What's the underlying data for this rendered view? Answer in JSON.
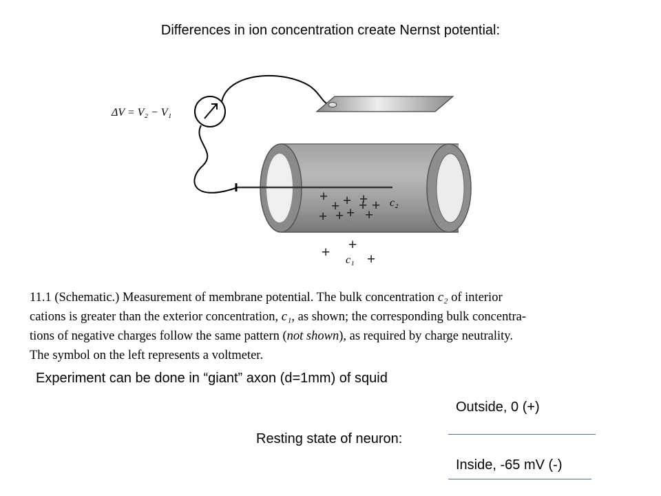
{
  "title": "Differences in ion concentration create Nernst potential:",
  "diagram": {
    "voltmeter_label": "ΔV = V₂ − V₁",
    "interior_label": "c₂",
    "exterior_label": "c₁",
    "charge_symbol": "+"
  },
  "caption": {
    "line1_a": "11.1 (Schematic.)  Measurement of membrane potential.  The bulk concentration ",
    "line1_sym": "c₂",
    "line1_b": " of interior",
    "line2_a": "cations is greater than the exterior concentration, ",
    "line2_sym": "c₁",
    "line2_b": ", as shown; the corresponding bulk concentra-",
    "line3_a": "tions of negative charges follow the same pattern (",
    "line3_em": "not shown",
    "line3_b": "), as required by charge neutrality.",
    "line4": "The symbol on the left represents a voltmeter."
  },
  "experiment_text": "Experiment can be done in “giant” axon (d=1mm) of squid",
  "resting": {
    "label": "Resting state of neuron:",
    "outside": "Outside, 0 (+)",
    "inside": "Inside, -65 mV (-)"
  },
  "colors": {
    "rule": "#3e73b8",
    "cylinder": "#8e8e8e",
    "plate": "#b5b5b5"
  }
}
